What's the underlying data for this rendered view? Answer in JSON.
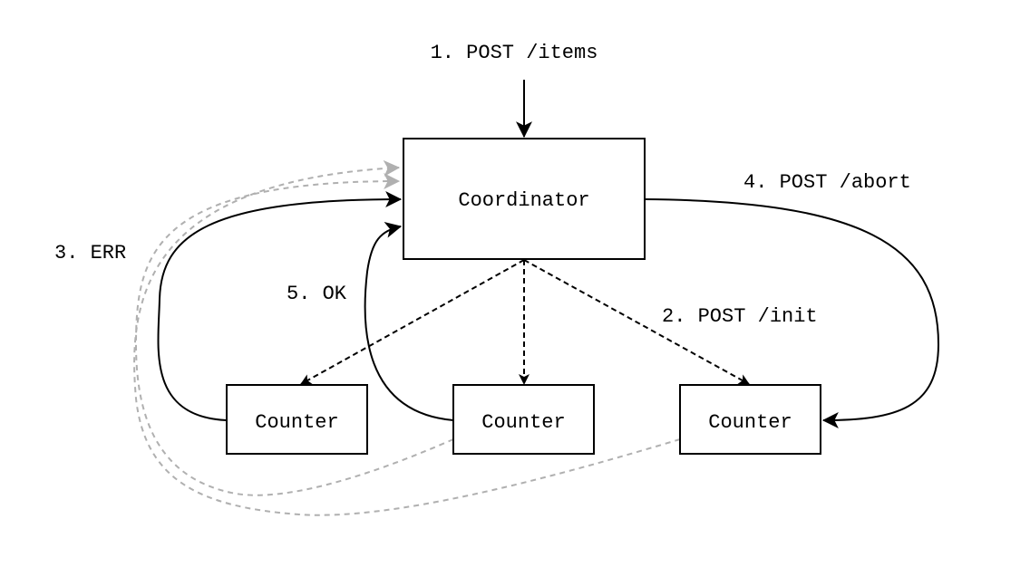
{
  "nodes": {
    "coordinator": "Coordinator",
    "counter_left": "Counter",
    "counter_mid": "Counter",
    "counter_right": "Counter"
  },
  "edges": {
    "request": "1. POST /items",
    "init": "2. POST /init",
    "err": "3. ERR",
    "abort": "4. POST /abort",
    "ok": "5. OK"
  },
  "colors": {
    "line": "#000000",
    "faded_line": "#b0b0b0",
    "background": "#ffffff"
  }
}
